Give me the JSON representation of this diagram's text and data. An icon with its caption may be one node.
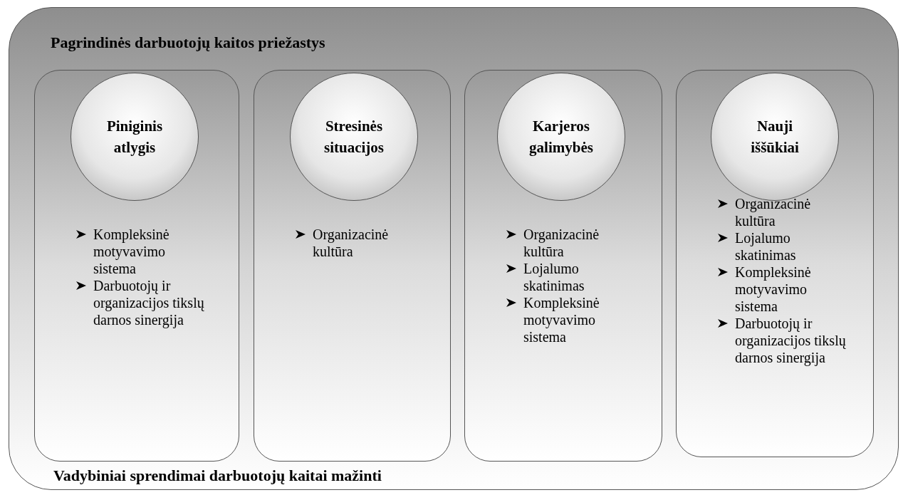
{
  "diagram": {
    "nodes": [
      {
        "text": [
          "Pagrindinės darbuotojų kaitos priežastys",
          "Vadybiniai sprendimai darbuotojų kaitai mažinti"
        ]
      },
      {
        "text": [
          "Kompleksinė motyvavimo sistema",
          "Darbuotojų ir organizacijos tikslų darnos sinergija"
        ],
        "in": 0
      },
      {
        "text": [
          "Piniginis atlygis"
        ],
        "in": 1
      },
      {
        "text": [
          "Organizacinė kultūra"
        ],
        "in": 0
      },
      {
        "text": [
          "Stresinės situacijos"
        ],
        "in": 3
      },
      {
        "text": [
          "Organizacinė kultūra",
          "Lojalumo skatinimas",
          "Kompleksinė motyvavimo sistema"
        ],
        "in": 0
      },
      {
        "text": [
          "Karjeros galimybės"
        ],
        "in": 5
      },
      {
        "text": [
          "Organizacinė kultūra",
          "Lojalumo skatinimas",
          "Kompleksinė motyvavimo sistema",
          "Darbuotojų ir organizacijos tikslų darnos sinergija"
        ],
        "in": 0
      },
      {
        "text": [
          "Nauji iššūkiai"
        ],
        "in": 7
      }
    ]
  }
}
